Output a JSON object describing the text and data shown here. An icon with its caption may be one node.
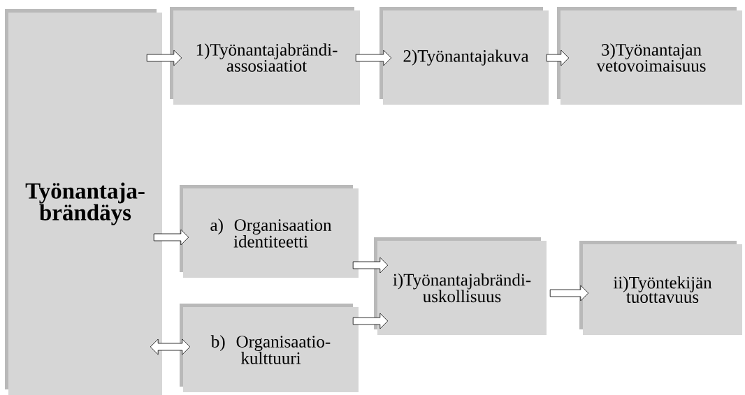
{
  "diagram": {
    "nodes": [
      {
        "text": [
          "Työnantaja-brändäys"
        ]
      },
      {
        "text": [
          "1)Työnantajabrändi-assosiaatiot"
        ]
      },
      {
        "text": [
          "2)Työnantajakuva"
        ]
      },
      {
        "text": [
          "3)Työnantajan vetovoimaisuus"
        ]
      },
      {
        "text": [
          "a) Organisaation identiteetti"
        ]
      },
      {
        "text": [
          "b) Organisaatio-kulttuuri"
        ]
      },
      {
        "text": [
          "i)Työnantajabrändi-uskollisuus"
        ]
      },
      {
        "text": [
          "ii)Työntekijän tuottavuus"
        ]
      }
    ],
    "edges": [
      {
        "from": 0,
        "to": 1,
        "arrow": "to"
      },
      {
        "from": 1,
        "to": 2,
        "arrow": "to"
      },
      {
        "from": 2,
        "to": 3,
        "arrow": "to"
      },
      {
        "from": 0,
        "to": 4,
        "arrow": "to"
      },
      {
        "from": 0,
        "to": 5,
        "arrow": "both"
      },
      {
        "from": 4,
        "to": 6,
        "arrow": "to"
      },
      {
        "from": 5,
        "to": 6,
        "arrow": "to"
      },
      {
        "from": 6,
        "to": 7,
        "arrow": "to"
      }
    ]
  }
}
